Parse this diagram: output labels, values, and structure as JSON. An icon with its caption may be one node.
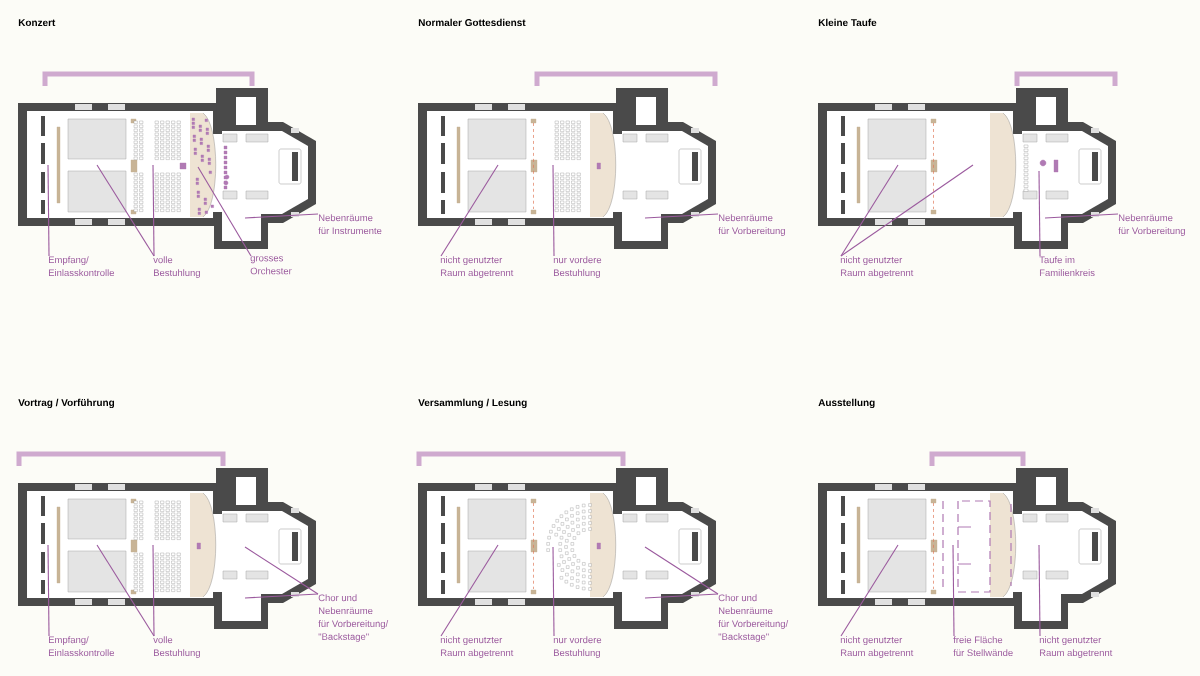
{
  "diagram": {
    "nodes": [
      {
        "text": [
          "Empfang/ Einlasskontrolle"
        ]
      },
      {
        "text": [
          "volle Bestuhlung"
        ]
      },
      {
        "text": [
          "grosses Orchester"
        ]
      },
      {
        "text": [
          "Nebenräume für Instrumente"
        ]
      },
      {
        "text": [
          "nicht genutzter Raum abgetrennt"
        ]
      },
      {
        "text": [
          "nur vordere Bestuhlung"
        ]
      },
      {
        "text": [
          "Nebenräume für Vorbereitung"
        ]
      },
      {
        "text": [
          "nicht genutzter Raum abgetrennt"
        ]
      },
      {
        "text": [
          "Taufe im Familienkreis"
        ]
      },
      {
        "text": [
          "Nebenräume für Vorbereitung"
        ]
      },
      {
        "text": [
          "Empfang/ Einlasskontrolle"
        ]
      },
      {
        "text": [
          "volle Bestuhlung"
        ]
      },
      {
        "text": [
          "Chor und Nebenräume für Vorbereitung/ \"Backstage\""
        ]
      },
      {
        "text": [
          "nicht genutzter Raum abgetrennt"
        ]
      },
      {
        "text": [
          "nur vordere Bestuhlung"
        ]
      },
      {
        "text": [
          "Chor und Nebenräume für Vorbereitung/ \"Backstage\""
        ]
      },
      {
        "text": [
          "nicht genutzter Raum abgetrennt"
        ]
      },
      {
        "text": [
          "freie Fläche für Stellwände"
        ]
      },
      {
        "text": [
          "nicht genutzter Raum abgetrennt"
        ]
      }
    ],
    "edges": [
      {
        "from": 0,
        "to": null,
        "arrow": "none"
      },
      {
        "from": 1,
        "to": null,
        "arrow": "none"
      },
      {
        "from": 1,
        "to": null,
        "arrow": "none"
      },
      {
        "from": 2,
        "to": null,
        "arrow": "none"
      },
      {
        "from": 3,
        "to": null,
        "arrow": "none"
      },
      {
        "from": 4,
        "to": null,
        "arrow": "none"
      },
      {
        "from": 5,
        "to": null,
        "arrow": "none"
      },
      {
        "from": 6,
        "to": null,
        "arrow": "none"
      },
      {
        "from": 7,
        "to": null,
        "arrow": "none"
      },
      {
        "from": 7,
        "to": null,
        "arrow": "none"
      },
      {
        "from": 8,
        "to": null,
        "arrow": "none"
      },
      {
        "from": 9,
        "to": null,
        "arrow": "none"
      },
      {
        "from": 10,
        "to": null,
        "arrow": "none"
      },
      {
        "from": 11,
        "to": null,
        "arrow": "none"
      },
      {
        "from": 11,
        "to": null,
        "arrow": "none"
      },
      {
        "from": 12,
        "to": null,
        "arrow": "none"
      },
      {
        "from": 12,
        "to": null,
        "arrow": "none"
      },
      {
        "from": 13,
        "to": null,
        "arrow": "none"
      },
      {
        "from": 14,
        "to": null,
        "arrow": "none"
      },
      {
        "from": 15,
        "to": null,
        "arrow": "none"
      },
      {
        "from": 15,
        "to": null,
        "arrow": "none"
      },
      {
        "from": 16,
        "to": null,
        "arrow": "none"
      },
      {
        "from": 17,
        "to": null,
        "arrow": "none"
      },
      {
        "from": 18,
        "to": null,
        "arrow": "none"
      }
    ],
    "labels": [
      "Konzert",
      "Normaler Gottesdienst",
      "Kleine Taufe",
      "Vortrag / Vorführung",
      "Versammlung / Lesung",
      "Ausstellung"
    ]
  }
}
